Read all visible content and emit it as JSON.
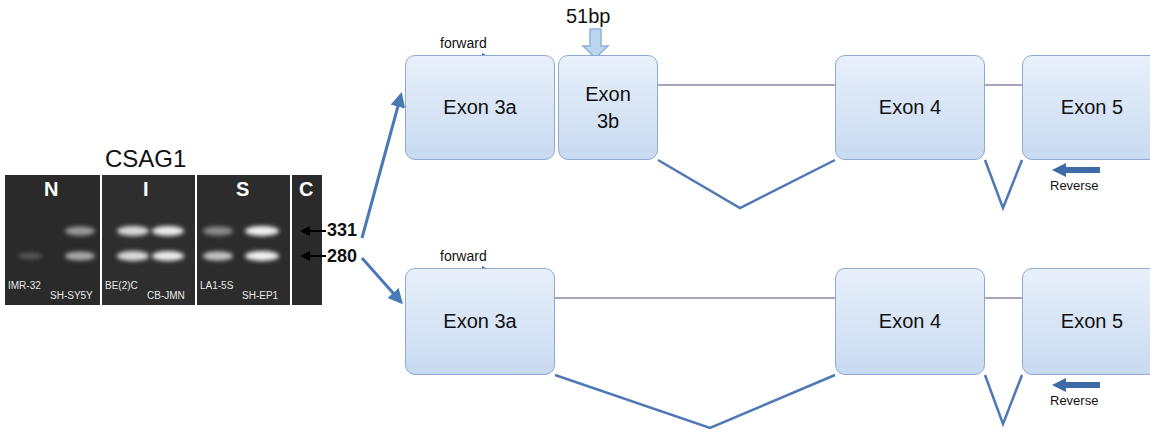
{
  "diagram": {
    "nodes": [
      {
        "text": [
          "Exon 3a"
        ]
      },
      {
        "text": [
          "Exon 3b"
        ]
      },
      {
        "text": [
          "Exon 4"
        ]
      },
      {
        "text": [
          "Exon 5"
        ]
      },
      {
        "text": [
          "Exon 3a"
        ]
      },
      {
        "text": [
          "Exon 4"
        ]
      },
      {
        "text": [
          "Exon 5"
        ]
      }
    ],
    "edges": [
      {
        "from": 1,
        "to": 2,
        "arrow": "none"
      },
      {
        "from": 2,
        "to": 3,
        "arrow": "none"
      },
      {
        "from": 4,
        "to": 5,
        "arrow": "none"
      },
      {
        "from": 5,
        "to": 6,
        "arrow": "none"
      }
    ],
    "labels": [
      "CSAG1",
      "N",
      "I",
      "S",
      "C",
      "IMR-32",
      "SH-SY5Y",
      "BE(2)C",
      "CB-JMN",
      "LA1-5S",
      "SH-EP1",
      "331",
      "280",
      "51bp",
      "forward",
      "forward",
      "Reverse",
      "Reverse"
    ]
  }
}
